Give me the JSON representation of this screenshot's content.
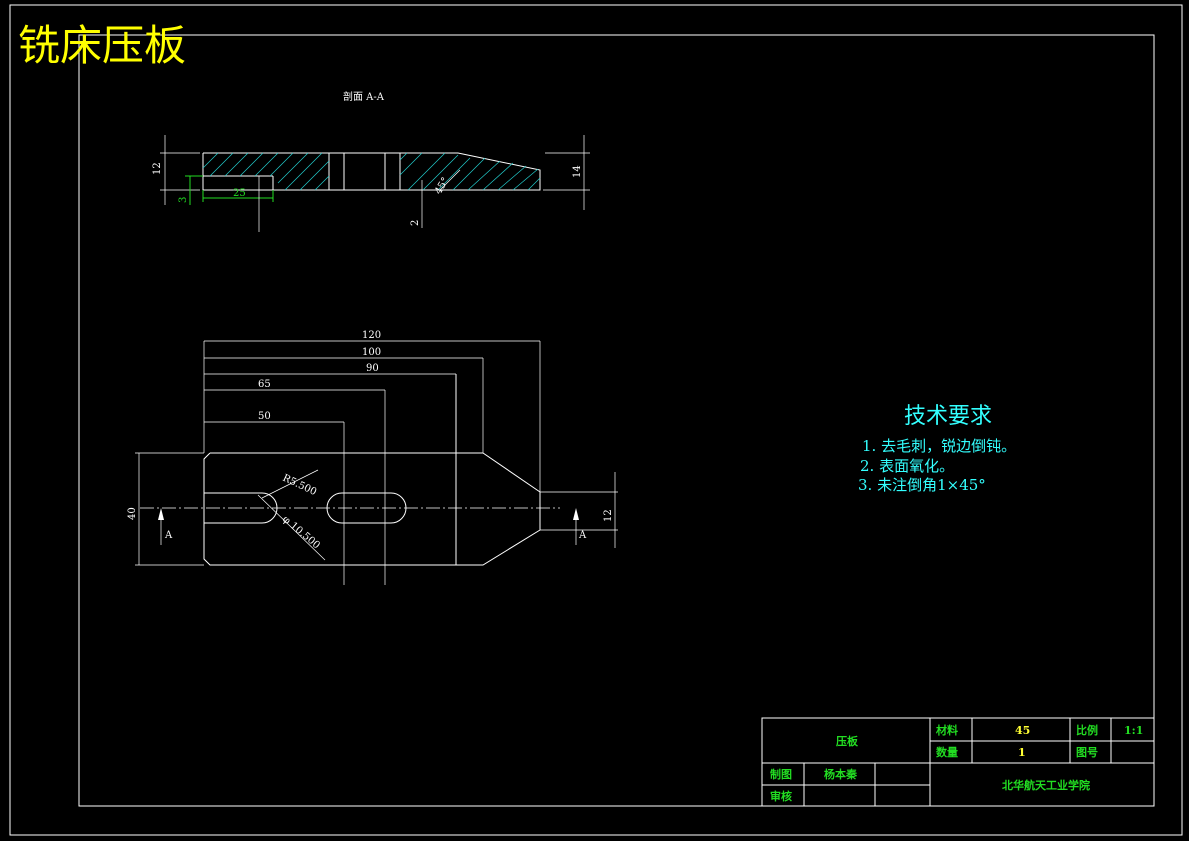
{
  "title": "铣床压板",
  "section_label": "剖面 A-A",
  "section_dims": {
    "left_height": "12",
    "right_height": "14",
    "groove_depth": "3",
    "groove_width": "25",
    "step": "2",
    "angle": "45°"
  },
  "plan_dims": {
    "d120": "120",
    "d100": "100",
    "d90": "90",
    "d65": "65",
    "d50": "50",
    "height": "40",
    "tail_width": "12",
    "radius": "R5.500",
    "diameter": "φ 10.500",
    "section_mark": "A"
  },
  "tech_requirements": {
    "heading": "技术要求",
    "items": [
      "1. 去毛刺，锐边倒钝。",
      "2. 表面氧化。",
      "3. 未注倒角1×45°"
    ]
  },
  "title_block": {
    "part_name": "压板",
    "material_label": "材料",
    "material_value": "45",
    "scale_label": "比例",
    "scale_value": "1:1",
    "qty_label": "数量",
    "qty_value": "1",
    "drawing_no_label": "图号",
    "drawn_label": "制图",
    "drawn_value": "杨本秦",
    "review_label": "审核",
    "school": "北华航天工业学院"
  },
  "colors": {
    "background": "#000000",
    "line": "#ffffff",
    "title": "#ffff00",
    "dimension_green": "#22dd22",
    "requirements": "#33ffff",
    "hatch": "#22cccc"
  }
}
